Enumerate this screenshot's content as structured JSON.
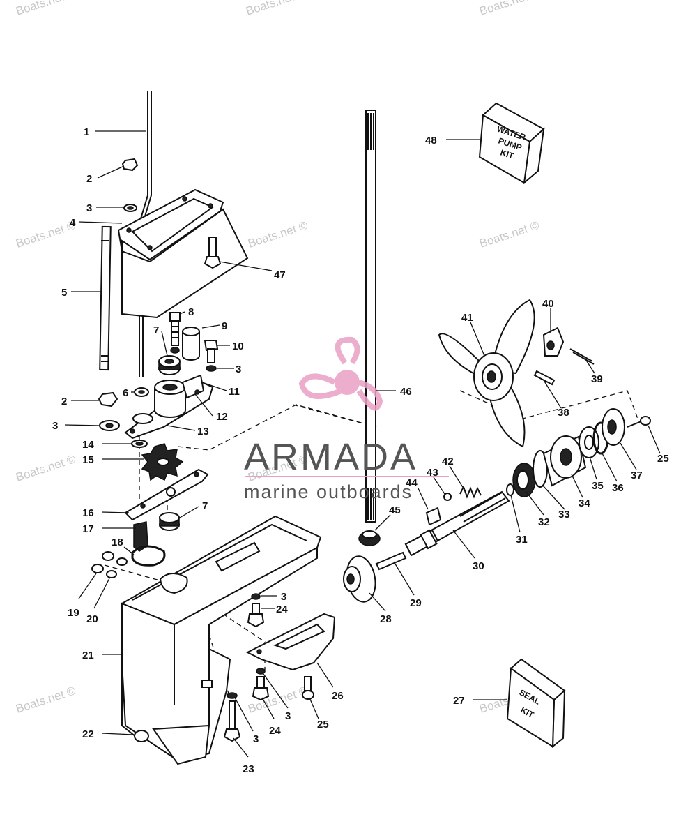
{
  "watermarks": [
    "Boats.net ©",
    "Boats.net ©",
    "Boats.net ©",
    "Boats.net ©",
    "Boats.net ©",
    "Boats.net ©",
    "Boats.net ©",
    "Boats.net ©",
    "Boats.net ©",
    "Boats.net ©",
    "Boats.net ©"
  ],
  "logo": {
    "name": "ARMADA",
    "tagline": "marine outboards",
    "color": "#e9a0c4"
  },
  "kits": {
    "water_pump": [
      "WATER",
      "PUMP",
      "KIT"
    ],
    "seal": [
      "SEAL",
      "KIT"
    ]
  },
  "callouts": [
    "1",
    "2",
    "3",
    "4",
    "5",
    "47",
    "8",
    "7",
    "9",
    "10",
    "3",
    "6",
    "11",
    "2",
    "12",
    "3",
    "13",
    "14",
    "15",
    "16",
    "7",
    "17",
    "18",
    "19",
    "20",
    "3",
    "24",
    "21",
    "22",
    "3",
    "24",
    "23",
    "3",
    "25",
    "26",
    "27",
    "28",
    "29",
    "30",
    "31",
    "32",
    "33",
    "34",
    "35",
    "36",
    "37",
    "25",
    "38",
    "39",
    "40",
    "41",
    "42",
    "43",
    "44",
    "45",
    "46",
    "48"
  ]
}
